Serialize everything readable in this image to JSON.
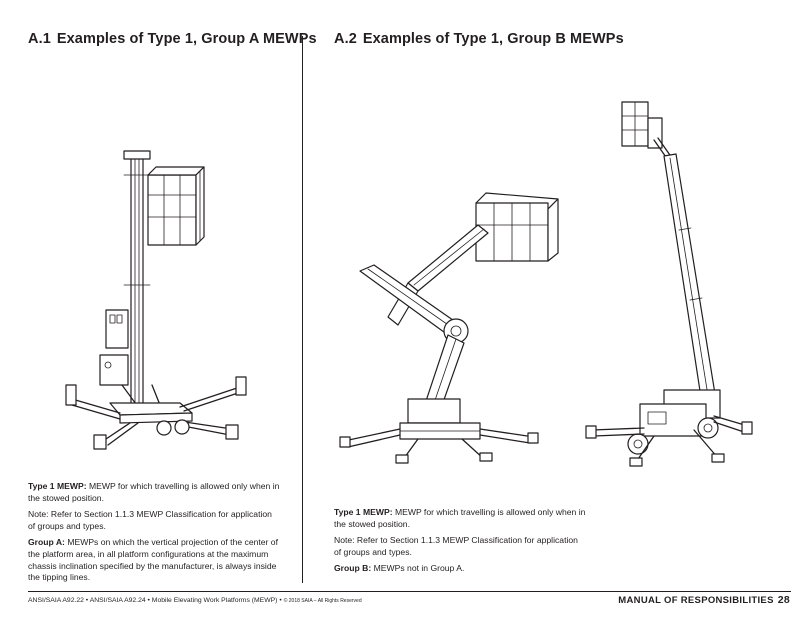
{
  "left": {
    "heading_num": "A.1",
    "heading_text": "Examples of Type 1, Group A MEWPs",
    "type_label": "Type 1 MEWP:",
    "type_text": "MEWP for which travelling is allowed only when in the stowed position.",
    "note_text": "Note: Refer to Section 1.1.3 MEWP Classification for application of groups and types.",
    "group_label": "Group A:",
    "group_text": "MEWPs on which the vertical projection of the center of the platform area, in all platform configurations at the maximum chassis inclination specified by the manufacturer, is always inside the tipping lines."
  },
  "right": {
    "heading_num": "A.2",
    "heading_text": "Examples of Type 1, Group B MEWPs",
    "type_label": "Type 1 MEWP:",
    "type_text": "MEWP for which travelling is allowed only when in the stowed position.",
    "note_text": "Note: Refer to Section 1.1.3 MEWP Classification for application of groups and types.",
    "group_label": "Group B:",
    "group_text": "MEWPs not in Group A."
  },
  "footer": {
    "standards": "ANSI/SAIA A92.22 • ANSI/SAIA A92.24 • Mobile Elevating Work Platforms (MEWP) •",
    "copyright": "© 2018 SAIA – All Rights Reserved",
    "manual_title": "MANUAL OF RESPONSIBILITIES",
    "page_number": "28"
  }
}
